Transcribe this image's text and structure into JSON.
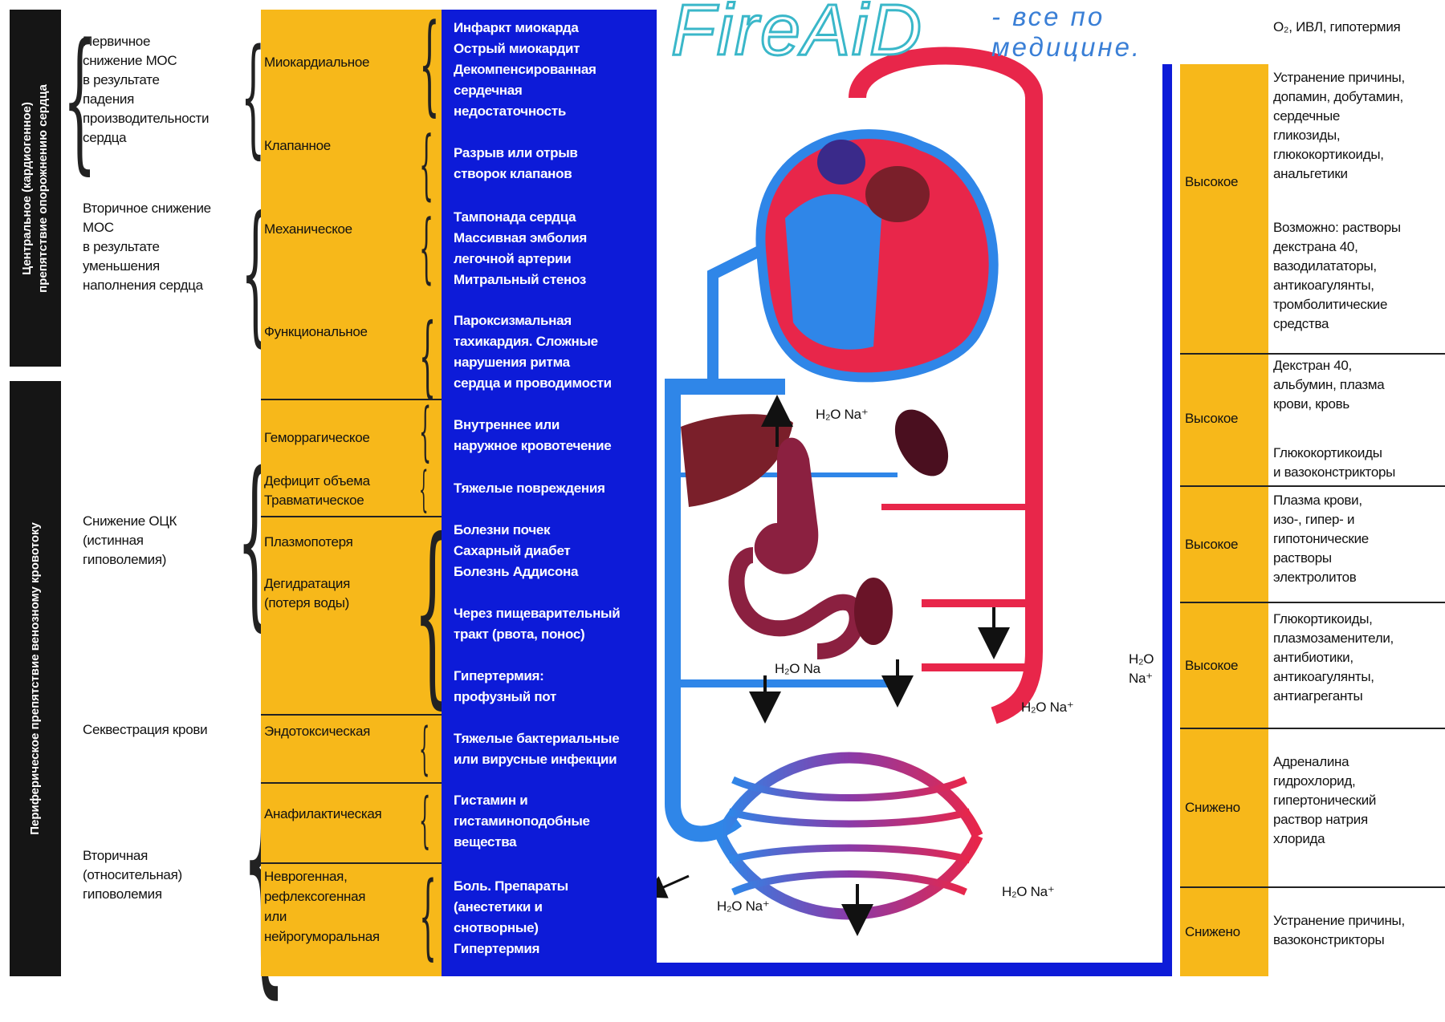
{
  "logo": {
    "name": "FireAiD",
    "tagline": "- все по медицине."
  },
  "left_side": {
    "central_label": [
      "Центральное (кардиогенное)",
      "препятствие опорожнению сердца"
    ],
    "peripheral_label": "Периферическое препятствие венозному кровотоку",
    "groups": [
      {
        "lines": [
          "Первичное",
          "снижение МОС",
          "в результате",
          "падения",
          "производительности",
          "сердца"
        ]
      },
      {
        "lines": [
          "Вторичное снижение",
          "МОС",
          "в результате",
          "уменьшения",
          "наполнения сердца"
        ]
      },
      {
        "lines": [
          "Снижение ОЦК",
          "(истинная",
          "гиповолемия)"
        ]
      },
      {
        "lines": [
          "Секвестрация крови"
        ]
      },
      {
        "lines": [
          "Вторичная",
          "(относительная)",
          "гиповолемия"
        ]
      }
    ]
  },
  "types": [
    {
      "lines": [
        "Миокардиальное"
      ]
    },
    {
      "lines": [
        "Клапанное"
      ]
    },
    {
      "lines": [
        "Механическое"
      ]
    },
    {
      "lines": [
        "Функциональное"
      ]
    },
    {
      "lines": [
        "Геморрагическое"
      ]
    },
    {
      "lines": [
        "Дефицит объема",
        "Травматическое"
      ]
    },
    {
      "lines": [
        "Плазмопотеря"
      ]
    },
    {
      "lines": [
        "Дегидратация",
        "(потеря воды)"
      ]
    },
    {
      "lines": [
        "Эндотоксическая"
      ]
    },
    {
      "lines": [
        "Анафилактическая"
      ]
    },
    {
      "lines": [
        "Неврогенная,",
        "рефлексогенная",
        "или",
        "нейрогуморальная"
      ]
    }
  ],
  "causes": [
    {
      "lines": [
        "Инфаркт миокарда",
        "Острый миокардит",
        "Декомпенсированная",
        "сердечная",
        "недостаточность"
      ]
    },
    {
      "lines": [
        "Разрыв или отрыв",
        "створок клапанов"
      ]
    },
    {
      "lines": [
        "Тампонада сердца",
        "Массивная эмболия",
        "легочной артерии",
        "Митральный стеноз"
      ]
    },
    {
      "lines": [
        "Пароксизмальная",
        "тахикардия. Сложные",
        "нарушения ритма",
        "сердца и проводимости"
      ]
    },
    {
      "lines": [
        "Внутреннее или",
        "наружное кровотечение"
      ]
    },
    {
      "lines": [
        "Тяжелые повреждения"
      ]
    },
    {
      "lines": [
        "Болезни почек",
        "Сахарный диабет",
        "Болезнь Аддисона"
      ]
    },
    {
      "lines": [
        "Через пищеварительный",
        "тракт (рвота, понос)"
      ]
    },
    {
      "lines": [
        "Гипертермия:",
        "профузный пот"
      ]
    },
    {
      "lines": [
        "Тяжелые бактериальные",
        "или вирусные инфекции"
      ]
    },
    {
      "lines": [
        "Гистамин и",
        "гистаминоподобные",
        "вещества"
      ]
    },
    {
      "lines": [
        "Боль. Препараты",
        "(анестетики и",
        "снотворные)",
        "Гипертермия"
      ]
    }
  ],
  "diagram_labels": {
    "top_arrow": "H₂O Na⁺",
    "gut": "H₂O Na",
    "kidney": "H₂O Na⁺",
    "right_vertical": [
      "H₂O",
      "Na⁺"
    ],
    "bottom_left": "H₂O Na⁺",
    "bottom_right": "H₂O Na⁺"
  },
  "right_side": {
    "resistance": [
      "Высокое",
      "Высокое",
      "Высокое",
      "Высокое",
      "Снижено",
      "Снижено"
    ],
    "treatments": [
      {
        "lines": [
          "O₂, ИВЛ, гипотермия"
        ]
      },
      {
        "lines": [
          "Устранение причины,",
          "допамин, добутамин,",
          "сердечные",
          "гликозиды,",
          "глюкокортикоиды,",
          "анальгетики"
        ]
      },
      {
        "lines": [
          "Возможно: растворы",
          "декстрана 40,",
          "вазодилататоры,",
          "антикоагулянты,",
          "тромболитические",
          "средства"
        ]
      },
      {
        "lines": [
          "Декстран 40,",
          "альбумин, плазма",
          "крови, кровь"
        ]
      },
      {
        "lines": [
          "Глюкокортикоиды",
          "и вазоконстрикторы"
        ]
      },
      {
        "lines": [
          "Плазма крови,",
          "изо-, гипер- и",
          "гипотонические",
          "растворы",
          "электролитов"
        ]
      },
      {
        "lines": [
          "Глюкортикоиды,",
          "плазмозаменители,",
          "антибиотики,",
          "антикоагулянты,",
          "антиагреганты"
        ]
      },
      {
        "lines": [
          "Адреналина",
          "гидрохлорид,",
          "гипертонический",
          "раствор натрия",
          "хлорида"
        ]
      },
      {
        "lines": [
          "Устранение причины,",
          "вазоконстрикторы"
        ]
      }
    ]
  },
  "colors": {
    "orange": "#f7b81a",
    "blue": "#0d1bd8",
    "artery": "#e8264a",
    "vein": "#2f86e8",
    "organ": "#7a1f2a"
  }
}
